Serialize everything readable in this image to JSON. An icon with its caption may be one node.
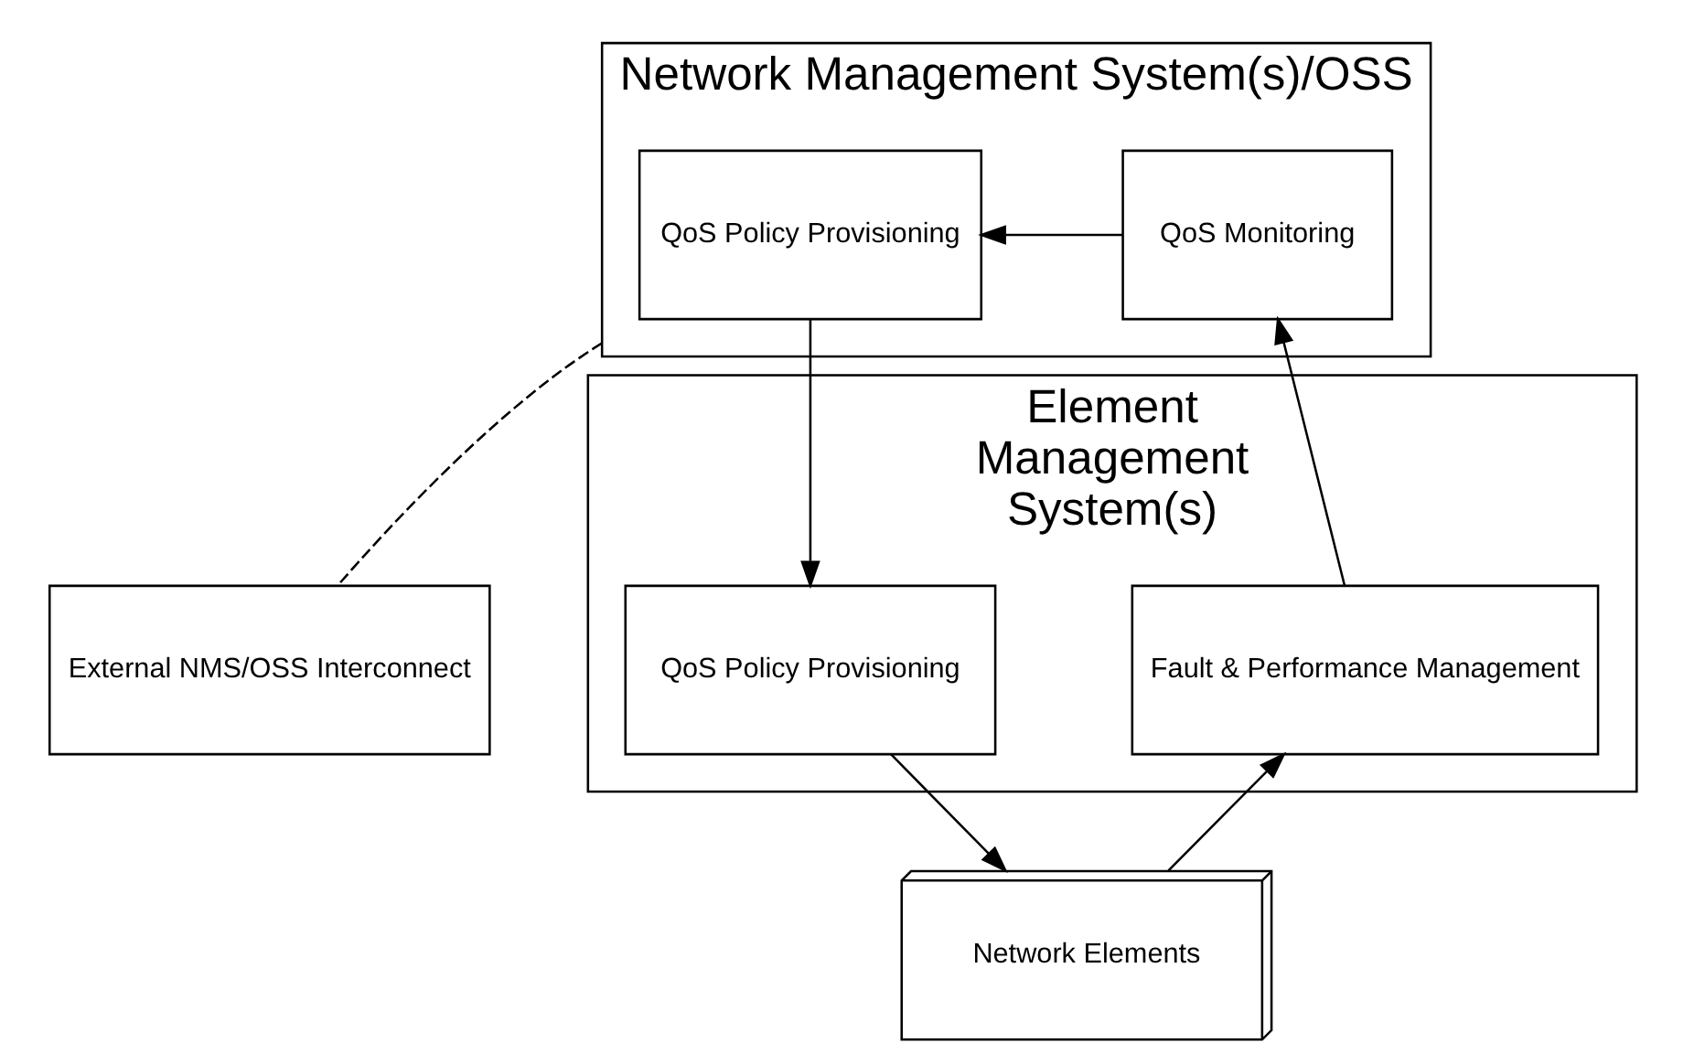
{
  "diagram": {
    "nodes": [
      {
        "text": [
          "Network Management System(s)/OSS"
        ]
      },
      {
        "text": [
          "QoS Policy Provisioning"
        ],
        "in": 0
      },
      {
        "text": [
          "QoS Monitoring"
        ],
        "in": 0
      },
      {
        "text": [
          "External NMS/OSS Interconnect"
        ]
      },
      {
        "text": [
          "Element Management System(s)"
        ]
      },
      {
        "text": [
          "QoS Policy Provisioning"
        ],
        "in": 4
      },
      {
        "text": [
          "Fault & Performance Management"
        ],
        "in": 4
      },
      {
        "text": [
          "Network Elements"
        ]
      }
    ],
    "edges": [
      {
        "from": 2,
        "to": 1,
        "arrow": "to"
      },
      {
        "from": 1,
        "to": 5,
        "arrow": "to"
      },
      {
        "from": 6,
        "to": 2,
        "arrow": "to"
      },
      {
        "from": 5,
        "to": 7,
        "arrow": "to"
      },
      {
        "from": 7,
        "to": 6,
        "arrow": "to"
      },
      {
        "from": 0,
        "to": 3,
        "arrow": "none",
        "style": "dashed"
      }
    ]
  }
}
